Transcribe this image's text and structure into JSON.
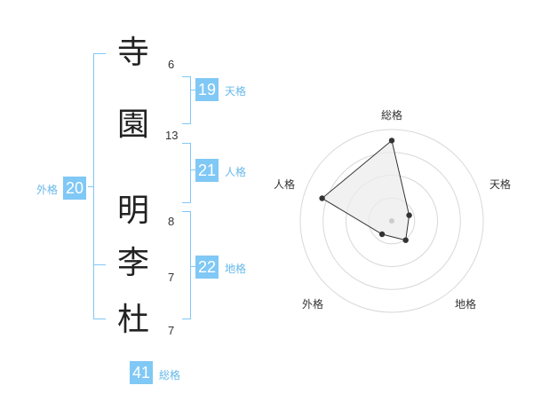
{
  "name_chars": [
    {
      "char": "寺",
      "strokes": "6"
    },
    {
      "char": "園",
      "strokes": "13"
    },
    {
      "char": "明",
      "strokes": "8"
    },
    {
      "char": "李",
      "strokes": "7"
    },
    {
      "char": "杜",
      "strokes": "7"
    }
  ],
  "fortunes": {
    "tenkaku": {
      "value": "19",
      "label": "天格"
    },
    "jinkaku": {
      "value": "21",
      "label": "人格"
    },
    "chikaku": {
      "value": "22",
      "label": "地格"
    },
    "gaikaku": {
      "value": "20",
      "label": "外格"
    },
    "soukaku": {
      "value": "41",
      "label": "総格"
    }
  },
  "chart_data": {
    "type": "radar",
    "axes": [
      "総格",
      "天格",
      "地格",
      "外格",
      "人格"
    ],
    "values": [
      0.88,
      0.2,
      0.26,
      0.18,
      0.8
    ],
    "rings": 4,
    "range": [
      0,
      1
    ]
  },
  "colors": {
    "accent": "#80c8f5",
    "accent_text": "#66b8ea",
    "radar_fill": "#ececec",
    "radar_line": "#333333"
  }
}
